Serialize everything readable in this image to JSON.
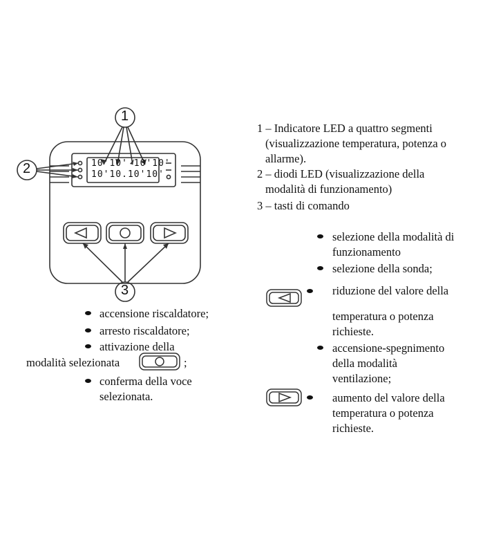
{
  "device": {
    "callout_1": "1",
    "callout_2": "2",
    "callout_3": "3",
    "display_top": "10'10' 10'10'",
    "display_bottom": "10'10.10'10'"
  },
  "legend": {
    "item1_line1": "1 – Indicatore LED a quattro segmenti",
    "item1_line2": "(visualizzazione temperatura, potenza o",
    "item1_line3": "allarme).",
    "item2_line1": "2 – diodi LED (visualizzazione della",
    "item2_line2": "modalità di funzionamento)",
    "item3": "3 – tasti di comando"
  },
  "center_button": {
    "b1": "accensione riscaldatore;",
    "b2": "arresto riscaldatore;",
    "b3": "attivazione della",
    "b3_cont": "modalità selezionata",
    "b3_end": ";",
    "b4_line1": "conferma della voce",
    "b4_line2": "selezionata."
  },
  "right_col": {
    "r1_line1": "selezione della modalità di",
    "r1_line2": "funzionamento",
    "r2": "selezione della sonda;",
    "r3_line1": "riduzione del valore della",
    "r3_line2": "temperatura o potenza",
    "r3_line3": "richieste.",
    "r4_line1": "accensione-spegnimento",
    "r4_line2": "della modalità",
    "r4_line3": "ventilazione;",
    "r5_line1": "aumento del valore della",
    "r5_line2": "temperatura o potenza",
    "r5_line3": "richieste."
  }
}
